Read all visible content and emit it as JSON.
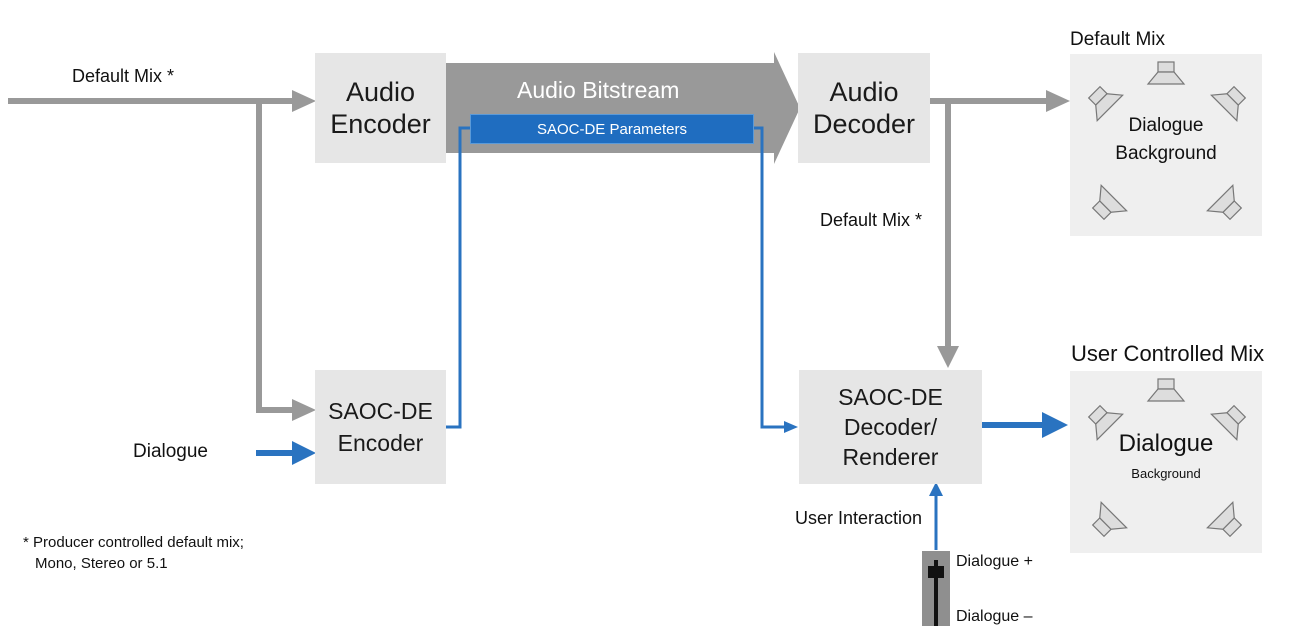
{
  "blocks": {
    "audio_encoder": "Audio\nEncoder",
    "audio_decoder": "Audio\nDecoder",
    "saoc_encoder": "SAOC-DE\nEncoder",
    "saoc_decoder": "SAOC-DE\nDecoder/\nRenderer"
  },
  "bitstream": {
    "label": "Audio Bitstream",
    "params_label": "SAOC-DE Parameters"
  },
  "inputs": {
    "default_mix": "Default Mix *",
    "dialogue": "Dialogue"
  },
  "decoder_default_mix": "Default Mix *",
  "user_interaction": "User Interaction",
  "fader": {
    "plus": "Dialogue +",
    "minus": "Dialogue –"
  },
  "outputs": {
    "default_mix": {
      "title": "Default Mix",
      "dialogue": "Dialogue",
      "background": "Background"
    },
    "user_mix": {
      "title": "User Controlled Mix",
      "dialogue": "Dialogue",
      "background": "Background"
    }
  },
  "footnote": {
    "line1": "* Producer controlled default mix;",
    "line2": "Mono, Stereo or 5.1"
  },
  "colors": {
    "gray_path": "#999999",
    "blue_path": "#2a73c0",
    "block_fill": "#e6e6e6",
    "params_fill": "#1f6dc0"
  },
  "icons": [
    "speaker-icon",
    "fader-icon"
  ]
}
